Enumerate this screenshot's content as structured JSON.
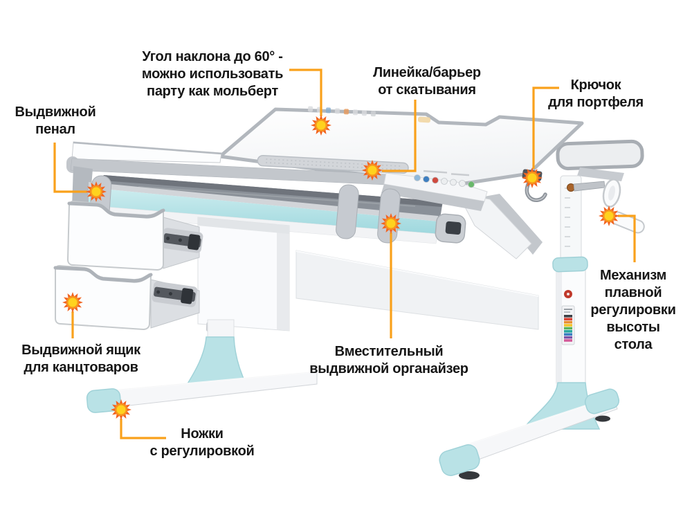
{
  "figure": {
    "type": "annotated-product-diagram",
    "subject": "height-adjustable children's desk with tilting top"
  },
  "colors": {
    "background": "#FFFFFF",
    "accent_orange_line": "#F9A11B",
    "sun_marker_rays": "#F26522",
    "sun_marker_ring": "#F7941D",
    "sun_marker_core": "#FFD21E",
    "desk_teal_accent": "#B9E2E6",
    "desk_gray_edge": "#B6BBC1",
    "label_text": "#161616"
  },
  "icons": {
    "marker": "sun-burst"
  },
  "annotations": [
    {
      "id": "tilt-angle",
      "label": "Угол наклона до 60° -\nможно использовать\nпарту как мольберт"
    },
    {
      "id": "ruler-barrier",
      "label": "Линейка/барьер\nот скатывания"
    },
    {
      "id": "bag-hook",
      "label": "Крючок\nдля портфеля"
    },
    {
      "id": "pencil-tray",
      "label": "Выдвижной\nпенал"
    },
    {
      "id": "height-mechanism",
      "label": "Механизм\nплавной\nрегулировки\nвысоты стола"
    },
    {
      "id": "organizer",
      "label": "Вместительный\nвыдвижной органайзер"
    },
    {
      "id": "stationery-drawer",
      "label": "Выдвижной ящик\nдля канцтоваров"
    },
    {
      "id": "adjustable-feet",
      "label": "Ножки\nс регулировкой"
    }
  ]
}
